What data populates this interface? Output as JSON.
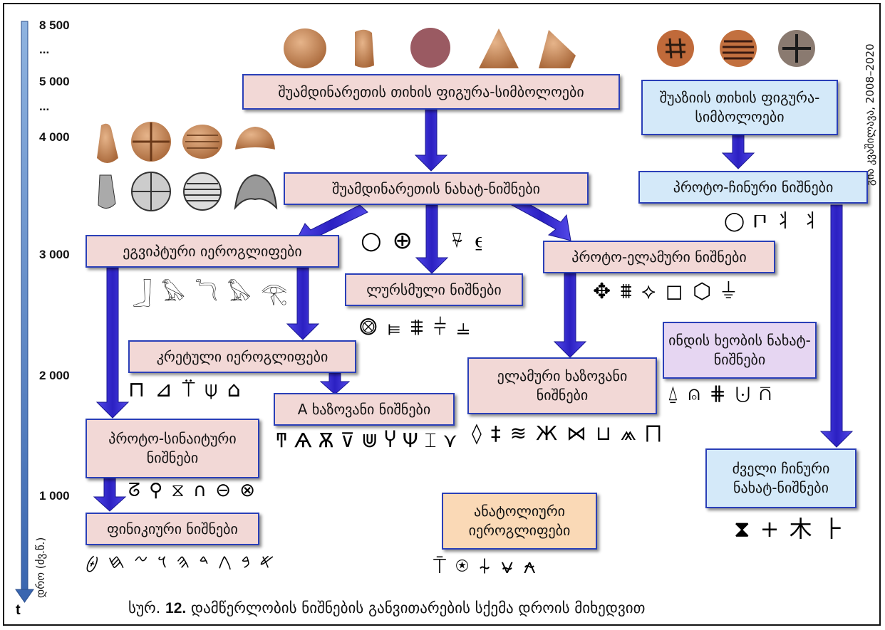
{
  "timeline": {
    "labels": [
      "8 500",
      "...",
      "5 000",
      "...",
      "4 000",
      "3 000",
      "2 000",
      "1 000"
    ],
    "axis_letter": "t",
    "axis_word": "დრო (ძვ.წ.)"
  },
  "author_credit": "გია კვაშილავა, 2008–2020",
  "boxes": {
    "mesopotamian_clay": "შუამდინარეთის თიხის ფიგურა-სიმბოლოები",
    "mesopotamian_pictographs": "შუამდინარეთის ნახატ-ნიშნები",
    "central_asian_clay": "შუაზიის თიხის ფიგურა-სიმბოლოები",
    "proto_chinese": "პროტო-ჩინური ნიშნები",
    "egyptian": "ეგვიპტური იეროგლიფები",
    "sumerian": "ლურსმული ნიშნები",
    "proto_elamite": "პროტო-ელამური ნიშნები",
    "cretan": "კრეტული იეროგლიფები",
    "linear_a": "A ხაზოვანი ნიშნები",
    "elamite_linear": "ელამური ხაზოვანი ნიშნები",
    "indus": "ინდის ხეობის ნახატ-ნიშნები",
    "proto_sinaitic": "პროტო-სინაიტური ნიშნები",
    "phoenician": "ფინიკიური ნიშნები",
    "anatolian": "ანატოლიური იეროგლიფები",
    "old_chinese": "ძველი ჩინური ნახატ-ნიშნები"
  },
  "glyph_rows": {
    "proto_chinese": "◯ 𐅃 ⺦ ⺦",
    "circles": "○ ⊕",
    "egyptian": "𓃀 𓅃 𓆓 𓅃 𓂀",
    "sumerian_top": "⍫ ⍷",
    "proto_elamite": "✥ ⩩ ⟡ ◻ ⬡ ⏚",
    "sumerian": "⨷ ⫢ ⩨ ⫩ ⫨",
    "cretan": "⊓ ⊿ ⍡ ⍦ ⌂",
    "linear_a": "ͳ Ѧ Ѫ ⊽ ⋓ Ⴤ Ψ ⌶ ⋎",
    "elamite_linear": "◊ ‡ ≋ Ж ⋈ ⊔ ⩕ ⨅",
    "indus": "⍙ ⍝ ⋕ ⨃ ⩃",
    "proto_sinaitic": "ᘔ ⚲ ⧖ ∩ ⊖ ⊗",
    "phoenician": "𐤀 𐤁 𐤂 𐤃 𐤄 𐤅 𐤆 𐤇 𐤈",
    "anatolian": "⍑ ⍟ ⍭ ⍱ ⍲",
    "old_chinese": "⧗ + ⽊ ⺊"
  },
  "caption": {
    "prefix": "სურ.",
    "number": "12.",
    "text": "დამწერლობის ნიშნების განვითარების სქემა დროის მიხედვით"
  },
  "colors": {
    "box_border": "#2a3fb8",
    "arrow_fill": "#3b31d8",
    "axis_blue": "#4a7cc0",
    "pink": "#f2d8d6",
    "blue": "#d4e9f9",
    "lavender": "#e6d6f2",
    "peach": "#fad9b6",
    "clay": "#c98c5a"
  }
}
